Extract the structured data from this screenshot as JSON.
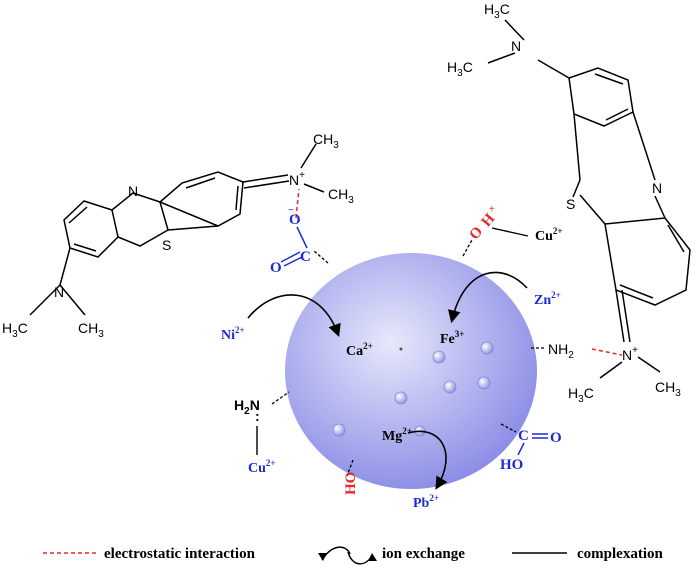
{
  "colors": {
    "bead_center": "#e7e8fb",
    "bead_edge": "#8a8ce6",
    "carboxyl_blue": "#1a2bd6",
    "hydroxyl_red": "#e8262a",
    "electrostatic_line": "#e8262a",
    "bond_black": "#000000"
  },
  "molecules": {
    "left_dye": {
      "n_ring": "N",
      "s_ring": "S",
      "n_amine": "N",
      "n_plus": "N",
      "plus": "+",
      "h3c": "H3C",
      "ch3": "CH3",
      "ch3_top": "CH3",
      "ch3_right": "CH3"
    },
    "right_dye": {
      "n_ring": "N",
      "s_ring": "S",
      "n_amine": "N",
      "n_plus": "N",
      "plus": "+",
      "h3c_top": "H3C",
      "h3c_left": "H3C",
      "h3c_bottom": "H3C",
      "ch3_bottom": "CH3"
    }
  },
  "groups": {
    "carboxyl_top": {
      "o_single": "O",
      "o_double": "O",
      "c": "C",
      "minus": "−"
    },
    "oh_top": {
      "o": "O",
      "h": "H",
      "plus": "+"
    },
    "nh2_right": "NH2",
    "h2n_left": "H2N",
    "cooh_bottom": {
      "c": "C",
      "o": "O",
      "ho": "HO"
    },
    "ho_bottom": "HO"
  },
  "ions": {
    "ca": {
      "symbol": "Ca",
      "charge": "2+"
    },
    "fe": {
      "symbol": "Fe",
      "charge": "3+"
    },
    "mg": {
      "symbol": "Mg",
      "charge": "2+"
    },
    "ni": {
      "symbol": "Ni",
      "charge": "2+"
    },
    "zn": {
      "symbol": "Zn",
      "charge": "2+"
    },
    "pb": {
      "symbol": "Pb",
      "charge": "2+"
    },
    "cu_top": {
      "symbol": "Cu",
      "charge": "2+"
    },
    "cu_left": {
      "symbol": "Cu",
      "charge": "2+"
    }
  },
  "legend": {
    "electrostatic": "electrostatic interaction",
    "ion_exchange": "ion exchange",
    "complexation": "complexation"
  }
}
